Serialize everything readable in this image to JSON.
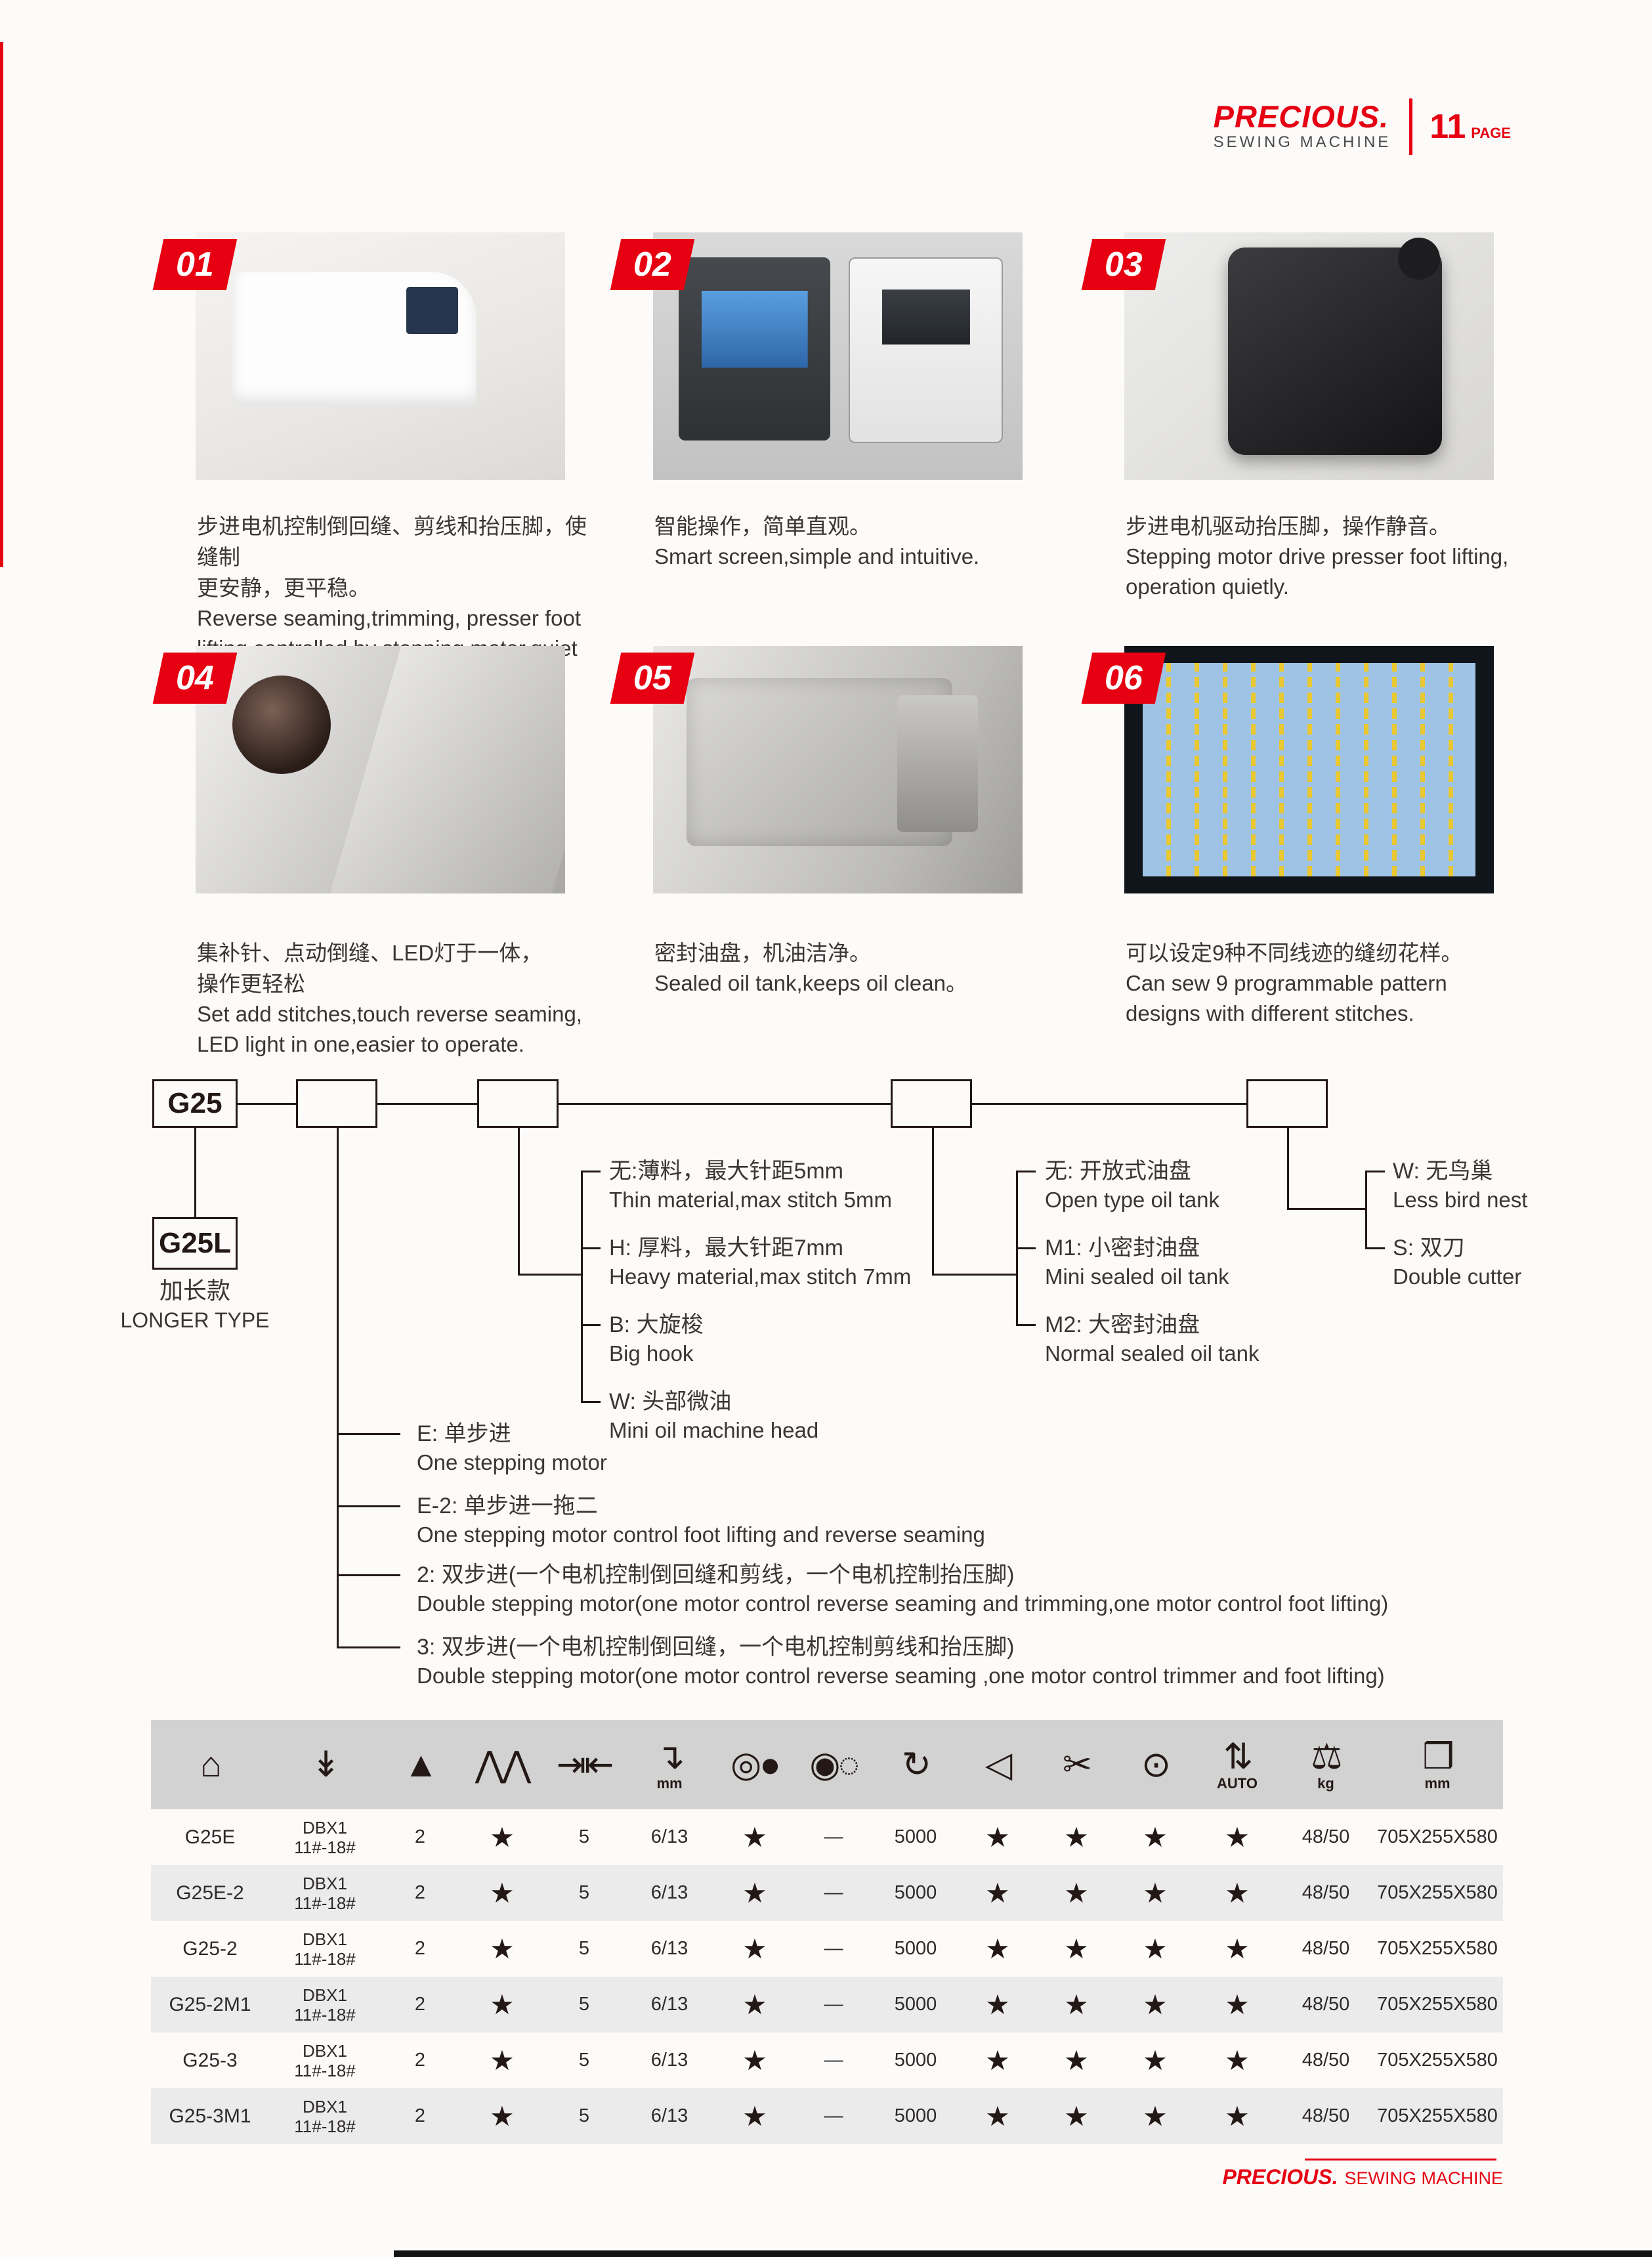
{
  "header": {
    "brand": "PRECIOUS.",
    "brand_sub": "SEWING MACHINE",
    "page_number": "11",
    "page_label": "PAGE"
  },
  "features": [
    {
      "num": "01",
      "cn": "步进电机控制倒回缝、剪线和抬压脚，使缝制\n更安静，更平稳。",
      "en": "Reverse seaming,trimming, presser foot lifting controlled by stepping motor,quiet and smoother."
    },
    {
      "num": "02",
      "cn": "智能操作，简单直观。",
      "en": "Smart screen,simple and intuitive."
    },
    {
      "num": "03",
      "cn": "步进电机驱动抬压脚，操作静音。",
      "en": "Stepping motor drive presser foot lifting, operation quietly."
    },
    {
      "num": "04",
      "cn": "集补针、点动倒缝、LED灯于一体，\n操作更轻松",
      "en": "Set add stitches,touch reverse seaming, LED light in one,easier to operate."
    },
    {
      "num": "05",
      "cn": "密封油盘，机油洁净。",
      "en": "Sealed oil tank,keeps oil clean。"
    },
    {
      "num": "06",
      "cn": "可以设定9种不同线迹的缝纫花样。",
      "en": "Can sew 9 programmable pattern designs with different stitches."
    }
  ],
  "diagram": {
    "base_model": "G25",
    "longer_model": "G25L",
    "longer_cn": "加长款",
    "longer_en": "LONGER TYPE",
    "material_options": [
      {
        "cn": "无:薄料，最大针距5mm",
        "en": "Thin material,max  stitch 5mm"
      },
      {
        "cn": "H: 厚料，最大针距7mm",
        "en": "Heavy material,max stitch 7mm"
      },
      {
        "cn": "B: 大旋梭",
        "en": "Big hook"
      },
      {
        "cn": "W: 头部微油",
        "en": "Mini oil machine head"
      }
    ],
    "oil_options": [
      {
        "cn": "无: 开放式油盘",
        "en": "Open type oil tank"
      },
      {
        "cn": "M1: 小密封油盘",
        "en": "Mini sealed oil tank"
      },
      {
        "cn": "M2: 大密封油盘",
        "en": "Normal sealed oil tank"
      }
    ],
    "extra_options": [
      {
        "cn": "W: 无鸟巢",
        "en": "Less bird nest"
      },
      {
        "cn": "S: 双刀",
        "en": "Double cutter"
      }
    ],
    "motor_options": [
      {
        "cn": "E: 单步进",
        "en": "One stepping motor"
      },
      {
        "cn": "E-2: 单步进一拖二",
        "en": "One stepping motor control foot lifting and reverse seaming"
      },
      {
        "cn": "2: 双步进(一个电机控制倒回缝和剪线，一个电机控制抬压脚)",
        "en": "Double stepping motor(one motor control reverse seaming  and trimming,one motor control foot lifting)"
      },
      {
        "cn": "3: 双步进(一个电机控制倒回缝，一个电机控制剪线和抬压脚)",
        "en": "Double stepping motor(one motor control reverse seaming ,one motor control trimmer and foot lifting)"
      }
    ]
  },
  "table": {
    "columns": [
      {
        "name": "sewing-machine-icon",
        "glyph": "⌂",
        "sub": ""
      },
      {
        "name": "needle-icon",
        "glyph": "↡",
        "sub": ""
      },
      {
        "name": "thread-cone-icon",
        "glyph": "▲",
        "sub": ""
      },
      {
        "name": "feed-dog-icon",
        "glyph": "⋀⋀",
        "sub": ""
      },
      {
        "name": "needle-gauge-icon",
        "glyph": "⇥⇤",
        "sub": ""
      },
      {
        "name": "presser-foot-height-icon",
        "glyph": "↴",
        "sub": "mm"
      },
      {
        "name": "rotary-hook-icon",
        "glyph": "◎●",
        "sub": ""
      },
      {
        "name": "bobbin-icon",
        "glyph": "◉◌",
        "sub": ""
      },
      {
        "name": "max-speed-icon",
        "glyph": "↻",
        "sub": ""
      },
      {
        "name": "reverse-lever-icon",
        "glyph": "◁",
        "sub": ""
      },
      {
        "name": "thread-trimmer-icon",
        "glyph": "✂",
        "sub": ""
      },
      {
        "name": "bobbin-winder-icon",
        "glyph": "⊙",
        "sub": ""
      },
      {
        "name": "auto-foot-lift-icon",
        "glyph": "⇅",
        "sub": "AUTO"
      },
      {
        "name": "weight-icon",
        "glyph": "⚖",
        "sub": "kg"
      },
      {
        "name": "packing-size-icon",
        "glyph": "❒",
        "sub": "mm"
      }
    ],
    "rows": [
      {
        "model": "G25E",
        "needle_top": "DBX1",
        "needle_bottom": "11#-18#",
        "values": [
          "2",
          "★",
          "5",
          "6/13",
          "★",
          "—",
          "5000",
          "★",
          "★",
          "★",
          "★",
          "48/50",
          "705X255X580"
        ]
      },
      {
        "model": "G25E-2",
        "needle_top": "DBX1",
        "needle_bottom": "11#-18#",
        "values": [
          "2",
          "★",
          "5",
          "6/13",
          "★",
          "—",
          "5000",
          "★",
          "★",
          "★",
          "★",
          "48/50",
          "705X255X580"
        ]
      },
      {
        "model": "G25-2",
        "needle_top": "DBX1",
        "needle_bottom": "11#-18#",
        "values": [
          "2",
          "★",
          "5",
          "6/13",
          "★",
          "—",
          "5000",
          "★",
          "★",
          "★",
          "★",
          "48/50",
          "705X255X580"
        ]
      },
      {
        "model": "G25-2M1",
        "needle_top": "DBX1",
        "needle_bottom": "11#-18#",
        "values": [
          "2",
          "★",
          "5",
          "6/13",
          "★",
          "—",
          "5000",
          "★",
          "★",
          "★",
          "★",
          "48/50",
          "705X255X580"
        ]
      },
      {
        "model": "G25-3",
        "needle_top": "DBX1",
        "needle_bottom": "11#-18#",
        "values": [
          "2",
          "★",
          "5",
          "6/13",
          "★",
          "—",
          "5000",
          "★",
          "★",
          "★",
          "★",
          "48/50",
          "705X255X580"
        ]
      },
      {
        "model": "G25-3M1",
        "needle_top": "DBX1",
        "needle_bottom": "11#-18#",
        "values": [
          "2",
          "★",
          "5",
          "6/13",
          "★",
          "—",
          "5000",
          "★",
          "★",
          "★",
          "★",
          "48/50",
          "705X255X580"
        ]
      }
    ]
  },
  "footer": {
    "brand": "PRECIOUS.",
    "brand_sub": "SEWING MACHINE"
  }
}
